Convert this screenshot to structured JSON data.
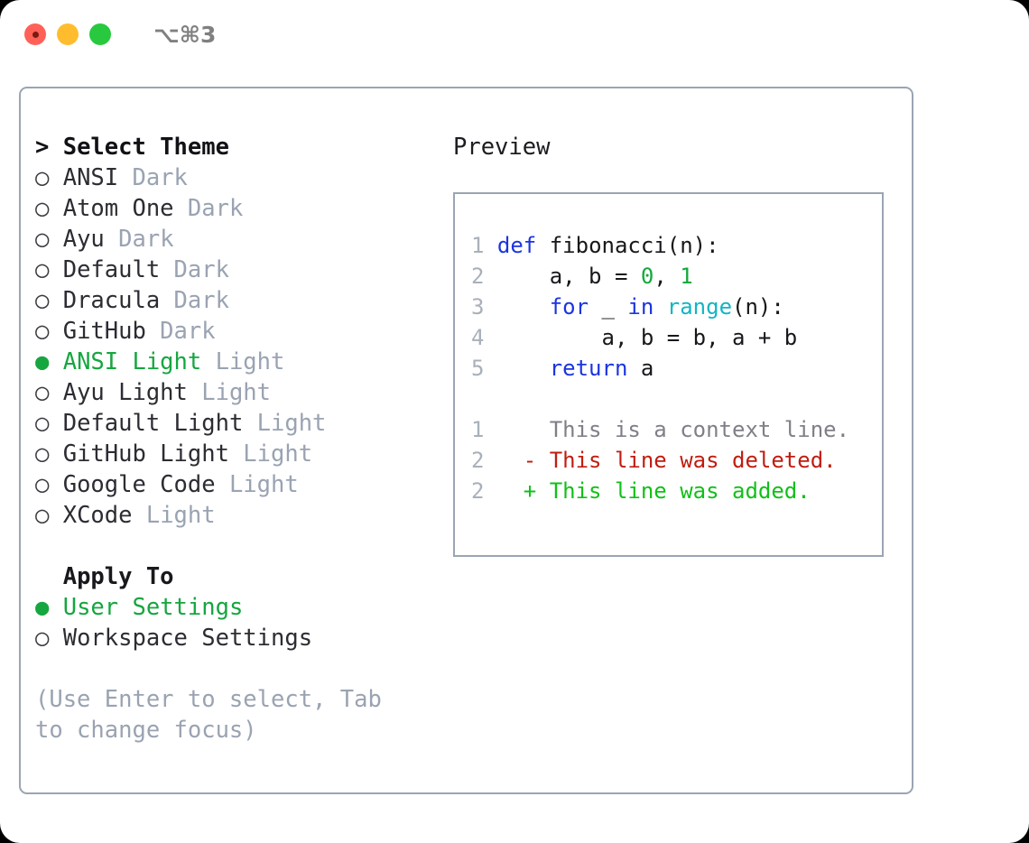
{
  "titlebar": {
    "shortcut": "⌥⌘3",
    "buttons": {
      "close": "close",
      "minimize": "minimize",
      "maximize": "maximize"
    }
  },
  "theme_section": {
    "prefix": "> ",
    "title": "Select Theme",
    "marker_selected": "●",
    "marker_unselected": "○",
    "items": [
      {
        "marker": "○",
        "name": "ANSI",
        "badge": "Dark",
        "selected": false
      },
      {
        "marker": "○",
        "name": "Atom One",
        "badge": "Dark",
        "selected": false
      },
      {
        "marker": "○",
        "name": "Ayu",
        "badge": "Dark",
        "selected": false
      },
      {
        "marker": "○",
        "name": "Default",
        "badge": "Dark",
        "selected": false
      },
      {
        "marker": "○",
        "name": "Dracula",
        "badge": "Dark",
        "selected": false
      },
      {
        "marker": "○",
        "name": "GitHub",
        "badge": "Dark",
        "selected": false
      },
      {
        "marker": "●",
        "name": "ANSI Light",
        "badge": "Light",
        "selected": true
      },
      {
        "marker": "○",
        "name": "Ayu Light",
        "badge": "Light",
        "selected": false
      },
      {
        "marker": "○",
        "name": "Default Light",
        "badge": "Light",
        "selected": false
      },
      {
        "marker": "○",
        "name": "GitHub Light",
        "badge": "Light",
        "selected": false
      },
      {
        "marker": "○",
        "name": "Google Code",
        "badge": "Light",
        "selected": false
      },
      {
        "marker": "○",
        "name": "XCode",
        "badge": "Light",
        "selected": false
      }
    ]
  },
  "apply_section": {
    "prefix": "  ",
    "title": "Apply To",
    "items": [
      {
        "marker": "●",
        "name": "User Settings",
        "selected": true
      },
      {
        "marker": "○",
        "name": "Workspace Settings",
        "selected": false
      }
    ]
  },
  "hint": "(Use Enter to select, Tab to change focus)",
  "preview": {
    "title": "Preview",
    "code_lines": [
      {
        "n": "1",
        "tokens": [
          {
            "t": "def",
            "c": "kw"
          },
          {
            "t": " fibonacci(n):",
            "c": "plain"
          }
        ]
      },
      {
        "n": "2",
        "tokens": [
          {
            "t": "    a, b = ",
            "c": "plain"
          },
          {
            "t": "0",
            "c": "num"
          },
          {
            "t": ", ",
            "c": "plain"
          },
          {
            "t": "1",
            "c": "num"
          }
        ]
      },
      {
        "n": "3",
        "tokens": [
          {
            "t": "    ",
            "c": "plain"
          },
          {
            "t": "for",
            "c": "kw"
          },
          {
            "t": " _ ",
            "c": "plain"
          },
          {
            "t": "in",
            "c": "kw"
          },
          {
            "t": " ",
            "c": "plain"
          },
          {
            "t": "range",
            "c": "fn"
          },
          {
            "t": "(n):",
            "c": "plain"
          }
        ]
      },
      {
        "n": "4",
        "tokens": [
          {
            "t": "        a, b = b, a + b",
            "c": "plain"
          }
        ]
      },
      {
        "n": "5",
        "tokens": [
          {
            "t": "    ",
            "c": "plain"
          },
          {
            "t": "return",
            "c": "kw"
          },
          {
            "t": " a",
            "c": "plain"
          }
        ]
      }
    ],
    "diff_lines": [
      {
        "n": "1",
        "sign": " ",
        "text": "This is a context line.",
        "kind": "ctx"
      },
      {
        "n": "2",
        "sign": "-",
        "text": "This line was deleted.",
        "kind": "del"
      },
      {
        "n": "2",
        "sign": "+",
        "text": "This line was added.",
        "kind": "add"
      }
    ]
  },
  "colors": {
    "accent_green": "#16a63f",
    "badge_gray": "#9aa3b2",
    "border": "#9aa5b4",
    "keyword_blue": "#1a35e0",
    "function_cyan": "#12b5c4",
    "number_green": "#13a93c",
    "diff_add": "#11c018",
    "diff_del": "#c01d10"
  }
}
